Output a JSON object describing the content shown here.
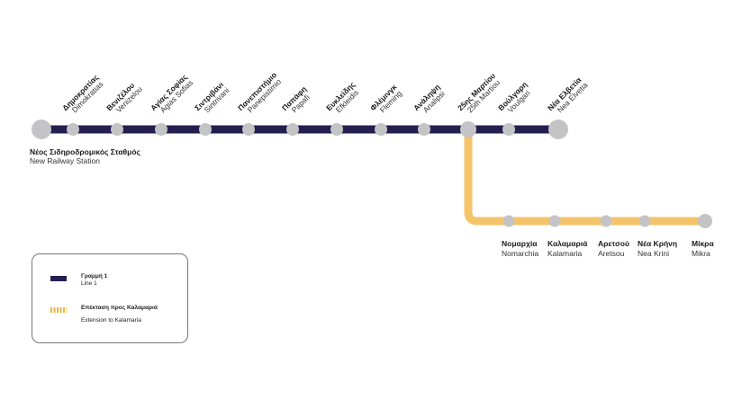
{
  "colors": {
    "line1": "#231f4f",
    "extension": "#f5c46a",
    "station": "#c4c4c6"
  },
  "line1": {
    "terminus_start": {
      "greek": "Νέος Σιδηροδρομικός Σταθμός",
      "english": "New Railway Station"
    },
    "stations": [
      {
        "greek": "Δημοκρατίας",
        "english": "Dimokratias"
      },
      {
        "greek": "Βενιζέλου",
        "english": "Venizelou"
      },
      {
        "greek": "Αγίας Σοφίας",
        "english": "Agias Sofias"
      },
      {
        "greek": "Σιντριβάνι",
        "english": "Sintrivani"
      },
      {
        "greek": "Πανεπιστήμιο",
        "english": "Panepistimio"
      },
      {
        "greek": "Παπάφη",
        "english": "Papafi"
      },
      {
        "greek": "Ευκλείδης",
        "english": "Efkleidis"
      },
      {
        "greek": "Φλέμινγκ",
        "english": "Fleming"
      },
      {
        "greek": "Ανάληψη",
        "english": "Analipsi"
      },
      {
        "greek": "25ης Μαρτίου",
        "english": "25th Martiou"
      },
      {
        "greek": "Βούλγαρη",
        "english": "Voulgari"
      },
      {
        "greek": "Νέα Ελβετία",
        "english": "Nea Elvetia"
      }
    ]
  },
  "extension": {
    "stations": [
      {
        "greek": "Νομαρχία",
        "english": "Nomarchia"
      },
      {
        "greek": "Καλαμαριά",
        "english": "Kalamaria"
      },
      {
        "greek": "Αρετσού",
        "english": "Aretsou"
      },
      {
        "greek": "Νέα Κρήνη",
        "english": "Nea Krini"
      },
      {
        "greek": "Μίκρα",
        "english": "Mikra"
      }
    ]
  },
  "legend": {
    "line1_greek": "Γραμμή 1",
    "line1_english": "Line 1",
    "ext_greek": "Επέκταση προς Καλαμαριά",
    "ext_english": "Extension to Kalamaria"
  }
}
